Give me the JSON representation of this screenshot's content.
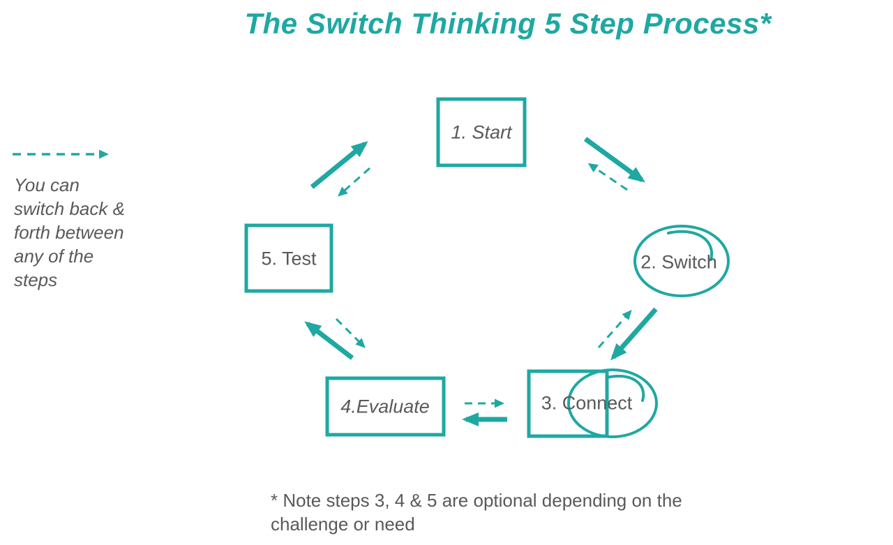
{
  "colors": {
    "accent": "#1FA8A2",
    "text": "#595959"
  },
  "title": "The Switch Thinking 5 Step Process*",
  "legend": {
    "arrow_icon": "dashed-arrow-right",
    "text": "You can\nswitch back &\nforth between\nany of the\nsteps"
  },
  "steps": [
    {
      "label": "1. Start",
      "shape": "rectangle"
    },
    {
      "label": "2. Switch",
      "shape": "ellipse-with-swirl"
    },
    {
      "label": "3. Connect",
      "shape": "rectangle-overlapping-ellipse-with-swirl"
    },
    {
      "label": "4.Evaluate",
      "shape": "rectangle"
    },
    {
      "label": "5. Test",
      "shape": "rectangle"
    }
  ],
  "arrows": [
    {
      "icon": "solid-arrow",
      "from": "5. Test",
      "to": "1. Start"
    },
    {
      "icon": "dashed-arrow",
      "from": "1. Start",
      "to": "5. Test"
    },
    {
      "icon": "solid-arrow",
      "from": "1. Start",
      "to": "2. Switch"
    },
    {
      "icon": "dashed-arrow",
      "from": "2. Switch",
      "to": "1. Start"
    },
    {
      "icon": "solid-arrow",
      "from": "2. Switch",
      "to": "3. Connect"
    },
    {
      "icon": "dashed-arrow",
      "from": "3. Connect",
      "to": "2. Switch"
    },
    {
      "icon": "solid-arrow",
      "from": "3. Connect",
      "to": "4.Evaluate"
    },
    {
      "icon": "dashed-arrow",
      "from": "4.Evaluate",
      "to": "3. Connect"
    },
    {
      "icon": "solid-arrow",
      "from": "4.Evaluate",
      "to": "5. Test"
    },
    {
      "icon": "dashed-arrow",
      "from": "5. Test",
      "to": "4.Evaluate"
    }
  ],
  "footnote": "* Note steps 3, 4 & 5 are optional depending on the\nchallenge or need"
}
